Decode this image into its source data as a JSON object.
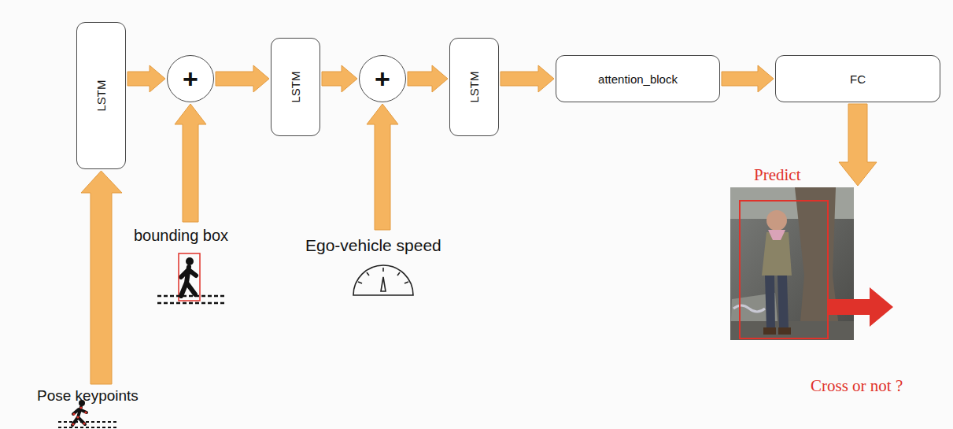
{
  "diagram": {
    "nodes": [
      {
        "text": [
          "LSTM"
        ]
      },
      {
        "text": [
          "+"
        ]
      },
      {
        "text": [
          "LSTM"
        ]
      },
      {
        "text": [
          "+"
        ]
      },
      {
        "text": [
          "LSTM"
        ]
      },
      {
        "text": [
          "attention_block"
        ]
      },
      {
        "text": [
          "FC"
        ]
      }
    ],
    "edges": [
      {
        "from": 0,
        "to": 1,
        "arrow": "to"
      },
      {
        "from": 1,
        "to": 2,
        "arrow": "to"
      },
      {
        "from": 2,
        "to": 3,
        "arrow": "to"
      },
      {
        "from": 3,
        "to": 4,
        "arrow": "to"
      },
      {
        "from": 4,
        "to": 5,
        "arrow": "to"
      },
      {
        "from": 5,
        "to": 6,
        "arrow": "to"
      }
    ],
    "labels": [
      "bounding box",
      "Ego-vehicle speed",
      "Pose keypoints",
      "Predict",
      "Cross or not ?"
    ]
  }
}
